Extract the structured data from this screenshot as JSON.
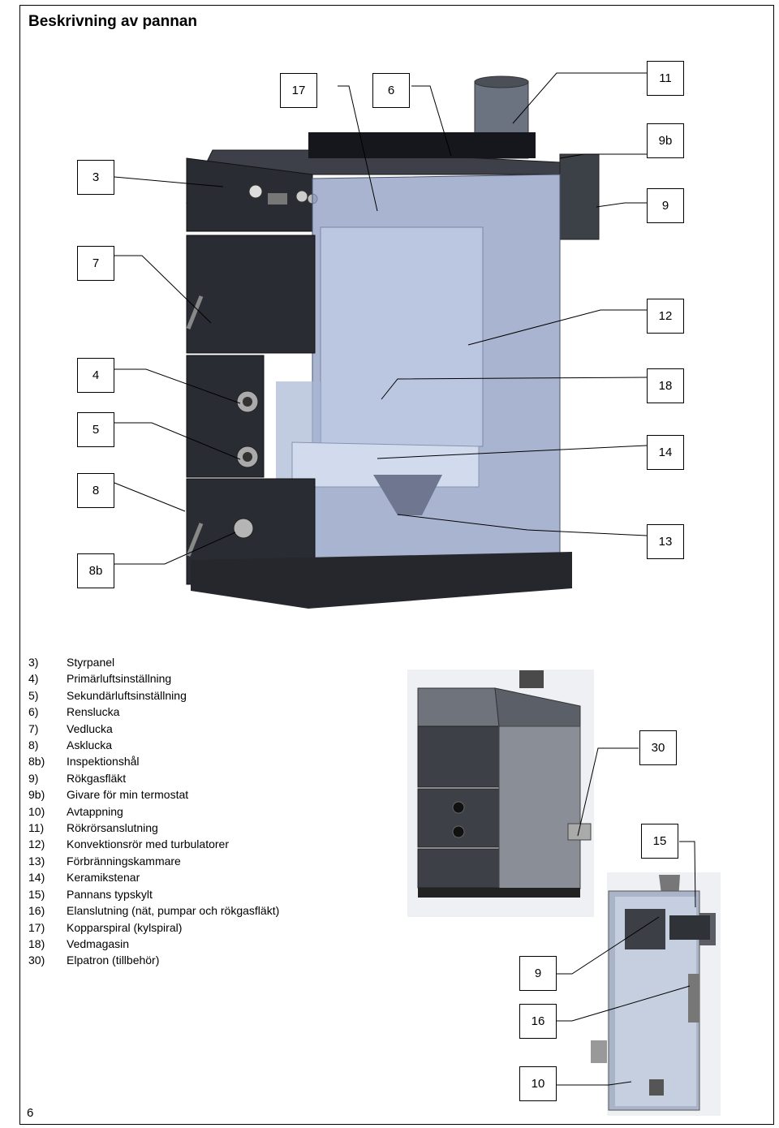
{
  "page": {
    "title": "Beskrivning av pannan",
    "page_number": "6"
  },
  "callouts_main": {
    "c17": "17",
    "c6": "6",
    "c11": "11",
    "c9b": "9b",
    "c9": "9",
    "c3": "3",
    "c7": "7",
    "c12": "12",
    "c4": "4",
    "c18": "18",
    "c5": "5",
    "c14": "14",
    "c8": "8",
    "c13": "13",
    "c8b": "8b"
  },
  "callouts_small": {
    "c30": "30",
    "c15": "15",
    "c9": "9",
    "c16": "16",
    "c10": "10"
  },
  "legend": [
    {
      "num": "3)",
      "text": "Styrpanel"
    },
    {
      "num": "4)",
      "text": "Primärluftsinställning"
    },
    {
      "num": "5)",
      "text": "Sekundärluftsinställning"
    },
    {
      "num": "6)",
      "text": "Renslucka"
    },
    {
      "num": "7)",
      "text": "Vedlucka"
    },
    {
      "num": "8)",
      "text": "Asklucka"
    },
    {
      "num": "8b)",
      "text": "Inspektionshål"
    },
    {
      "num": "9)",
      "text": "Rökgasfläkt"
    },
    {
      "num": "9b)",
      "text": "Givare för min termostat"
    },
    {
      "num": "10)",
      "text": "Avtappning"
    },
    {
      "num": "11)",
      "text": "Rökrörsanslutning"
    },
    {
      "num": "12)",
      "text": "Konvektionsrör med turbulatorer"
    },
    {
      "num": "13)",
      "text": "Förbränningskammare"
    },
    {
      "num": "14)",
      "text": "Keramikstenar"
    },
    {
      "num": "15)",
      "text": "Pannans typskylt"
    },
    {
      "num": "16)",
      "text": "Elanslutning (nät, pumpar och rökgasfläkt)"
    },
    {
      "num": "17)",
      "text": "Kopparspiral (kylspiral)"
    },
    {
      "num": "18)",
      "text": "Vedmagasin"
    },
    {
      "num": "30)",
      "text": "Elpatron (tillbehör)"
    }
  ],
  "colors": {
    "boiler_dark": "#2a2c33",
    "boiler_glass": "#8c9cc0",
    "boiler_glass_light": "#c5d0e8",
    "photo_body": "#7a7d84",
    "photo_side": "#a9b4c9"
  }
}
